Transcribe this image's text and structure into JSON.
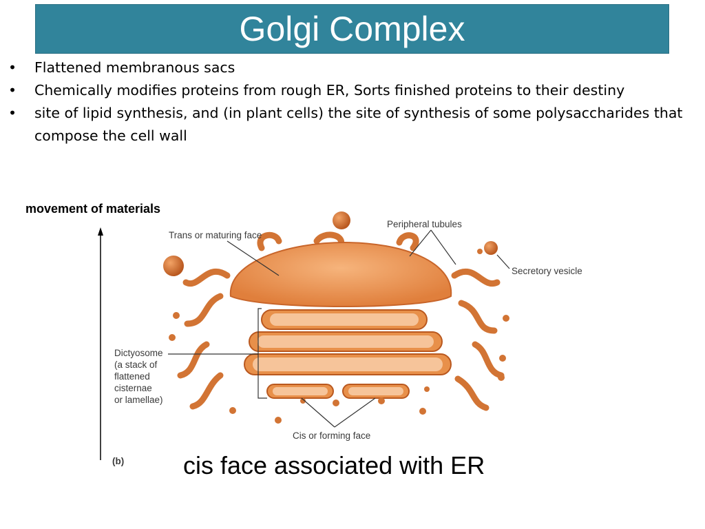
{
  "title": "Golgi Complex",
  "bullets": [
    "Flattened membranous sacs",
    "Chemically modifies proteins from rough ER, Sorts finished proteins to their destiny",
    "site of lipid synthesis, and (in plant cells) the site of synthesis of some polysaccharides that compose the cell wall"
  ],
  "bullet_symbol": "•",
  "movement_label": "movement of materials",
  "diagram": {
    "trans_label": "Trans or maturing face",
    "peripheral_label": "Peripheral tubules",
    "secretory_label": "Secretory vesicle",
    "dictyosome_lines": [
      "Dictyosome",
      "(a stack of",
      "flattened",
      "cisternae",
      "or lamellae)"
    ],
    "cis_label": "Cis or forming face",
    "panel_label": "(b)",
    "colors": {
      "body": "#e8904a",
      "dark": "#c8652a",
      "light": "#f4b07a"
    }
  },
  "caption": "cis face associated with ER"
}
